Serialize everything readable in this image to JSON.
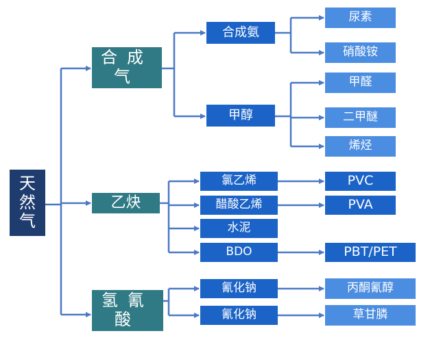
{
  "root": {
    "chars": [
      "天",
      "然",
      "气"
    ]
  },
  "level1": {
    "syngas": "合成气",
    "acetylene": "乙炔",
    "hcn": "氢氰酸"
  },
  "level2": {
    "ammonia": "合成氨",
    "methanol": "甲醇",
    "vinyl_chloride": "氯乙烯",
    "vinyl_acetate": "醋酸乙烯",
    "cement": "水泥",
    "bdo": "BDO",
    "sodium_cyanide_1": "氰化钠",
    "sodium_cyanide_2": "氰化钠"
  },
  "level3": {
    "urea": "尿素",
    "ammonium_nitrate": "硝酸铵",
    "formaldehyde": "甲醛",
    "dimethyl_ether": "二甲醚",
    "olefins": "烯烃",
    "pvc": "PVC",
    "pva": "PVA",
    "pbt_pet": "PBT/PET",
    "acetone_cyanohydrin": "丙酮氰醇",
    "glyphosate": "草甘膦"
  },
  "colors": {
    "root": "#1f3c6f",
    "level1": "#2f7a84",
    "level2": "#1b63c7",
    "level3": "#4b8de0",
    "connector": "#4a78c4"
  }
}
